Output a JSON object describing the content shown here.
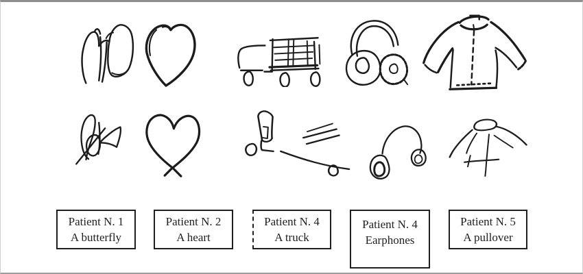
{
  "figure": {
    "description": "Two rows of hand-drawn object sketches made by patients, with patient identification labels below",
    "rows": 2,
    "columns": 5
  },
  "drawings": [
    {
      "id": "butterfly-row1",
      "depicts": "butterfly",
      "row": 1
    },
    {
      "id": "heart-row1",
      "depicts": "heart",
      "row": 1
    },
    {
      "id": "truck-row1",
      "depicts": "truck",
      "row": 1
    },
    {
      "id": "earphones-row1",
      "depicts": "earphones",
      "row": 1
    },
    {
      "id": "pullover-row1",
      "depicts": "pullover",
      "row": 1
    },
    {
      "id": "butterfly-row2",
      "depicts": "butterfly",
      "row": 2
    },
    {
      "id": "heart-row2",
      "depicts": "heart",
      "row": 2
    },
    {
      "id": "truck-row2",
      "depicts": "truck",
      "row": 2
    },
    {
      "id": "earphones-row2",
      "depicts": "earphones",
      "row": 2
    },
    {
      "id": "pullover-row2",
      "depicts": "pullover",
      "row": 2
    }
  ],
  "labels": [
    {
      "patient": "Patient N. 1",
      "item": "A butterfly"
    },
    {
      "patient": "Patient N. 2",
      "item": "A heart"
    },
    {
      "patient": "Patient N. 4",
      "item": "A truck"
    },
    {
      "patient": "Patient N. 4",
      "item": "Earphones"
    },
    {
      "patient": "Patient N. 5",
      "item": "A pullover"
    }
  ],
  "colors": {
    "ink": "#1c1c1c",
    "background": "#ffffff",
    "label_border": "#1f1f1f",
    "frame_top": "#8d8d8d",
    "frame_bottom": "#9c9c9c",
    "frame_side": "#cfcfcf"
  }
}
